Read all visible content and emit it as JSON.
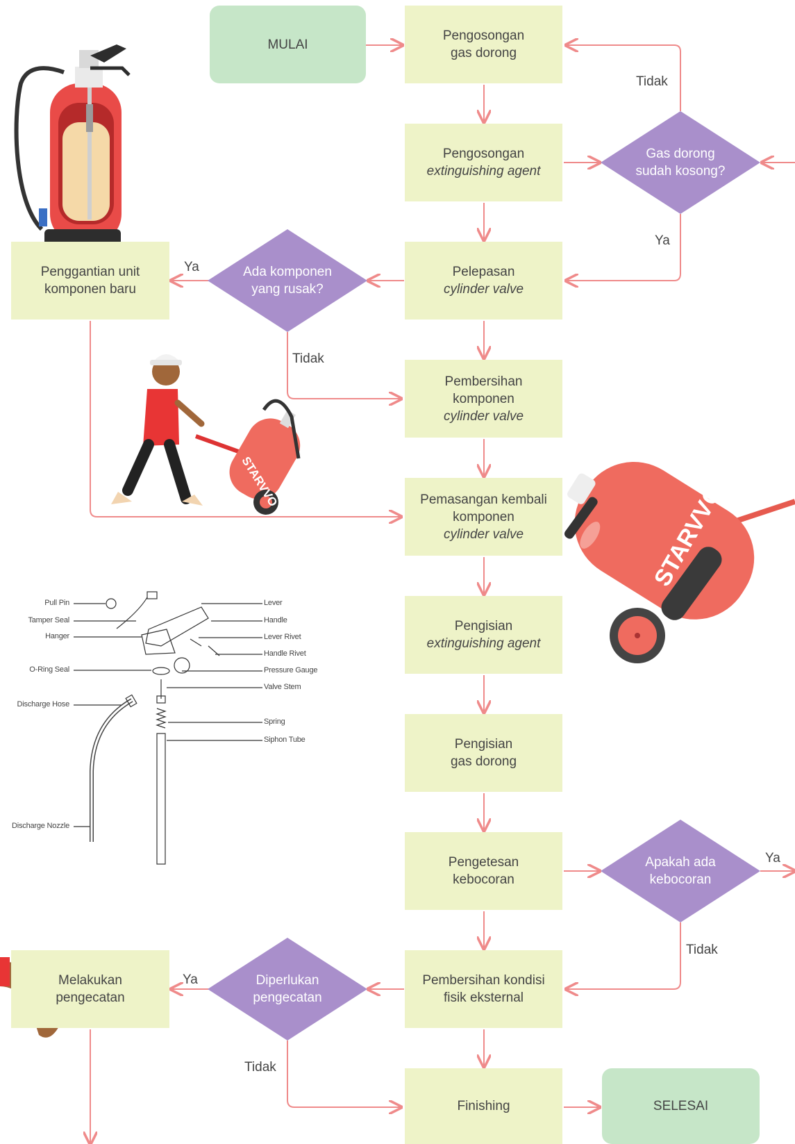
{
  "flow": {
    "start": "MULAI",
    "end": "SELESAI",
    "steps": {
      "s1": [
        "Pengosongan",
        "gas dorong"
      ],
      "s2": [
        "Pengosongan",
        "extinguishing agent"
      ],
      "s3": [
        "Pelepasan",
        "cylinder valve"
      ],
      "s4": [
        "Pembersihan",
        "komponen",
        "cylinder valve"
      ],
      "s5": [
        "Pemasangan kembali",
        "komponen",
        "cylinder valve"
      ],
      "s6": [
        "Pengisian",
        "extinguishing agent"
      ],
      "s7": [
        "Pengisian",
        "gas dorong"
      ],
      "s8": [
        "Pengetesan",
        "kebocoran"
      ],
      "s9": [
        "Pembersihan kondisi",
        "fisik eksternal"
      ],
      "s10": [
        "Finishing"
      ],
      "replace": [
        "Penggantian unit",
        "komponen baru"
      ],
      "paint": [
        "Melakukan",
        "pengecatan"
      ]
    },
    "decisions": {
      "d1": [
        "Gas dorong",
        "sudah kosong?"
      ],
      "d2": [
        "Ada komponen",
        "yang rusak?"
      ],
      "d3": [
        "Apakah ada",
        "kebocoran"
      ],
      "d4": [
        "Diperlukan",
        "pengecatan"
      ]
    },
    "labels": {
      "d1_no": "Tidak",
      "d1_yes": "Ya",
      "d2_yes": "Ya",
      "d2_no": "Tidak",
      "d3_yes": "Ya",
      "d3_no": "Tidak",
      "d4_yes": "Ya",
      "d4_no": "Tidak"
    }
  },
  "parts_diagram": {
    "left": [
      "Pull Pin",
      "Tamper Seal",
      "Hanger",
      "O-Ring Seal",
      "Discharge Hose",
      "Discharge Nozzle"
    ],
    "right": [
      "Lever",
      "Handle",
      "Lever Rivet",
      "Handle Rivet",
      "Pressure Gauge",
      "Valve Stem",
      "Spring",
      "Siphon Tube"
    ]
  },
  "logos": {
    "brand": "STARVVO"
  },
  "colors": {
    "process_box": "#eef3c8",
    "terminal": "#c6e6c8",
    "decision": "#a98fcb",
    "arrow": "#ef8a8a",
    "extinguisher_red": "#ef6b5f"
  }
}
